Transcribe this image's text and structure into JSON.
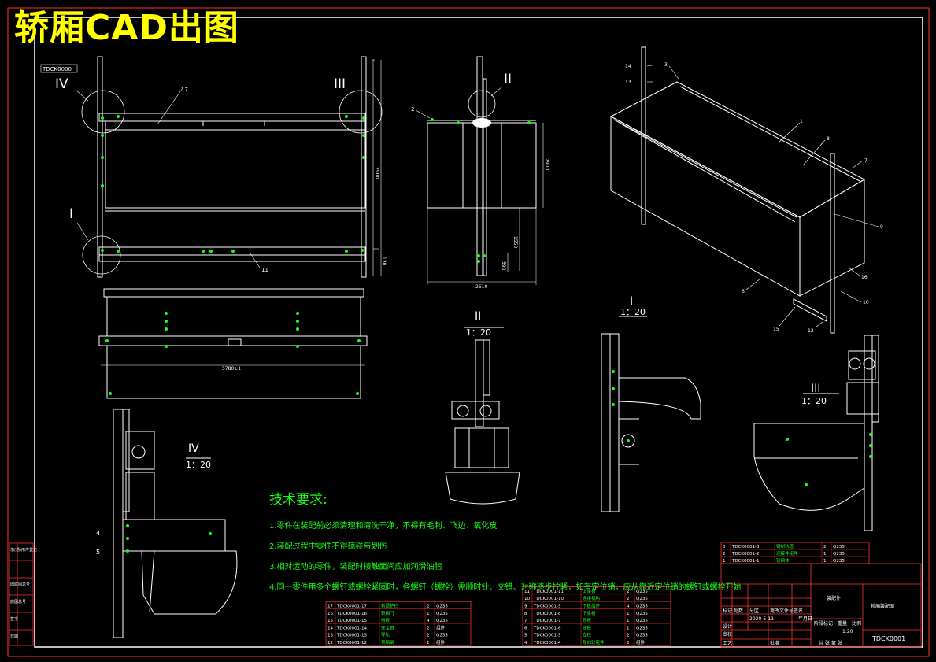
{
  "banner": {
    "title": "轿厢CAD出图"
  },
  "drawing": {
    "corner_label": "TDCK0000",
    "views": {
      "front": {
        "labels": {
          "I": "I",
          "III": "III",
          "IV": "IV"
        },
        "dims": {
          "height": "2900",
          "bottom": "130"
        },
        "parts": [
          "17",
          "11"
        ]
      },
      "side": {
        "labels": {
          "II": "II"
        },
        "dims": {
          "height": "2900",
          "lower": "1550",
          "bottom": "590",
          "width": "2510"
        },
        "parts": [
          "2"
        ]
      },
      "plan": {
        "dims": {
          "length": "5780±1"
        }
      },
      "iso": {
        "parts": [
          "14",
          "13",
          "3",
          "1",
          "8",
          "7",
          "9",
          "16",
          "10",
          "12",
          "15",
          "6"
        ]
      }
    },
    "details": {
      "II": {
        "label": "II",
        "scale": "1：20"
      },
      "I": {
        "label": "I",
        "scale": "1：20"
      },
      "III": {
        "label": "III",
        "scale": "1：20"
      },
      "IV": {
        "label": "IV",
        "scale": "1：20"
      },
      "IV_parts": [
        "4",
        "5"
      ]
    }
  },
  "tech": {
    "heading": "技术要求:",
    "items": [
      "1.零件在装配前必须清理和清洗干净，不得有毛刺、飞边、氧化皮",
      "2.装配过程中零件不得磕碰与划伤",
      "3.相对运动的零件，装配时接触面间应加润滑油脂",
      "4.同一零件用多个螺钉或螺栓紧固时，各螺钉（螺栓）需顺时针、交错、对称逐步拧紧，如有定位销，应从靠近定位销的螺钉或螺栓开始"
    ]
  },
  "bom": {
    "top_right": [
      {
        "no": "3",
        "code": "TDCK0001-3",
        "name": "钢制轨道",
        "qty": "2",
        "mat": "Q235"
      },
      {
        "no": "2",
        "code": "TDCK0001-2",
        "name": "连接件组件",
        "qty": "1",
        "mat": "Q235"
      },
      {
        "no": "1",
        "code": "TDCK0001-1",
        "name": "轿厢体",
        "qty": "1",
        "mat": "Q235"
      }
    ],
    "middle": [
      {
        "no": "11",
        "code": "TDCK0001-11",
        "name": "上梁板",
        "qty": "2",
        "mat": "Q235"
      },
      {
        "no": "10",
        "code": "TDCK0001-10",
        "name": "连接机构",
        "qty": "2",
        "mat": "Q235"
      },
      {
        "no": "9",
        "code": "TDCK0001-9",
        "name": "下板组件",
        "qty": "4",
        "mat": "Q235"
      },
      {
        "no": "8",
        "code": "TDCK0001-8",
        "name": "下梁板",
        "qty": "1",
        "mat": "Q235"
      },
      {
        "no": "7",
        "code": "TDCK0001-7",
        "name": "顶板",
        "qty": "1",
        "mat": "Q235"
      },
      {
        "no": "6",
        "code": "TDCK0001-6",
        "name": "底板",
        "qty": "1",
        "mat": "Q235"
      },
      {
        "no": "5",
        "code": "TDCK0001-5",
        "name": "立柱",
        "qty": "2",
        "mat": "Q235"
      },
      {
        "no": "4",
        "code": "TDCK0001-4",
        "name": "导向轮组件",
        "qty": "2",
        "mat": "组件"
      }
    ],
    "left": [
      {
        "no": "17",
        "code": "TDCK0001-17",
        "name": "轿顶护栏",
        "qty": "2",
        "mat": "Q235"
      },
      {
        "no": "16",
        "code": "TDCK0001-16",
        "name": "轿厢门",
        "qty": "1",
        "mat": "Q235"
      },
      {
        "no": "15",
        "code": "TDCK0001-15",
        "name": "侧板",
        "qty": "4",
        "mat": "Q235"
      },
      {
        "no": "14",
        "code": "TDCK0001-14",
        "name": "安全钳",
        "qty": "2",
        "mat": "组件"
      },
      {
        "no": "13",
        "code": "TDCK0001-13",
        "name": "导轨",
        "qty": "2",
        "mat": "Q235"
      },
      {
        "no": "12",
        "code": "TDCK0001-12",
        "name": "轿厢架",
        "qty": "1",
        "mat": "组件"
      }
    ]
  },
  "title_block": {
    "assembly": "装配件",
    "drawing_name": "轿厢装配图",
    "drawing_no": "TDCK0001",
    "date": "2020-5-11",
    "scale": "1:20",
    "sheet": "共 张 第 张",
    "designer": "设计",
    "checker": "审核",
    "approver": "批准",
    "process": "工艺",
    "headers": [
      "标记",
      "处数",
      "分区",
      "更改文件号",
      "签名",
      "年月日"
    ],
    "stage": "阶段标记",
    "weight": "重量",
    "ratio": "比例"
  },
  "sidebar": {
    "cells": [
      "借(通)用件登记",
      "旧底图总号",
      "底图总号",
      "签字",
      "日期"
    ]
  },
  "colors": {
    "line": "#ffffff",
    "accent": "#18ff18",
    "frame": "#ff3030",
    "banner": "#ffff00"
  }
}
